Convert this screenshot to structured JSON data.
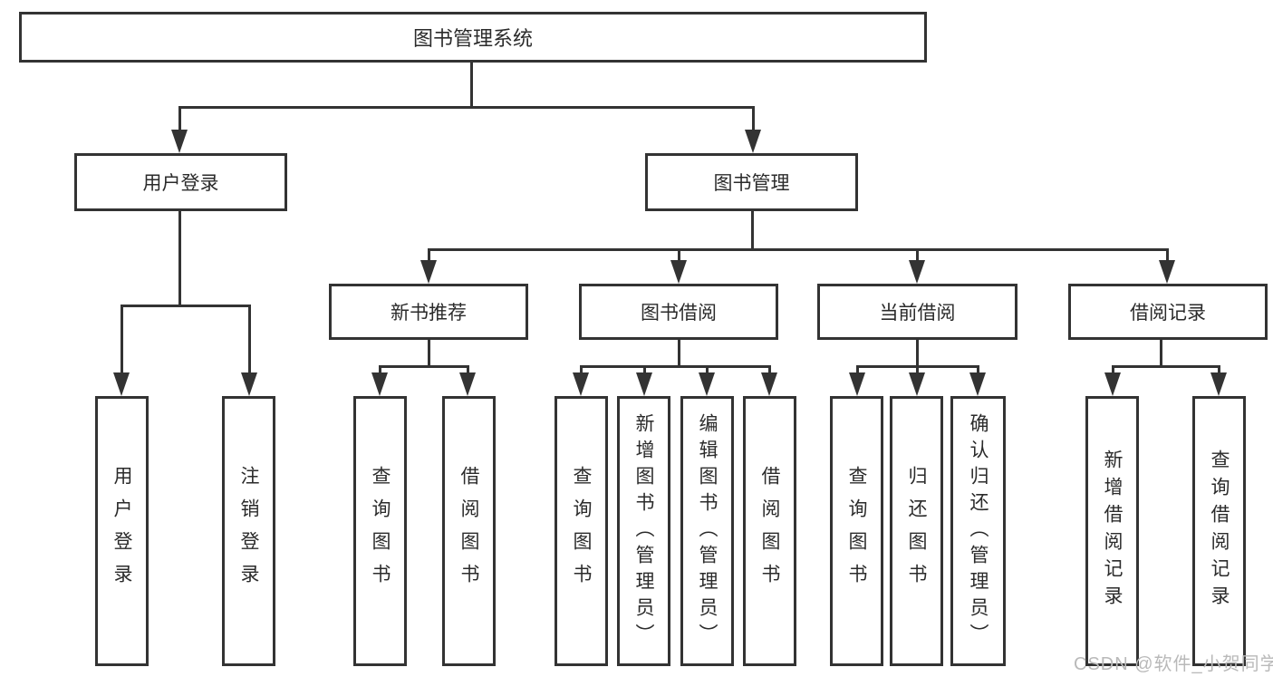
{
  "tree": {
    "root": {
      "label": "图书管理系统"
    },
    "branches": [
      {
        "label": "用户登录",
        "children": [
          {
            "label": "用户登录"
          },
          {
            "label": "注销登录"
          }
        ]
      },
      {
        "label": "图书管理",
        "children": [
          {
            "label": "新书推荐",
            "children": [
              {
                "label": "查询图书"
              },
              {
                "label": "借阅图书"
              }
            ]
          },
          {
            "label": "图书借阅",
            "children": [
              {
                "label": "查询图书"
              },
              {
                "label": "新增图书（管理员）"
              },
              {
                "label": "编辑图书（管理员）"
              },
              {
                "label": "借阅图书"
              }
            ]
          },
          {
            "label": "当前借阅",
            "children": [
              {
                "label": "查询图书"
              },
              {
                "label": "归还图书"
              },
              {
                "label": "确认归还（管理员）"
              }
            ]
          },
          {
            "label": "借阅记录",
            "children": [
              {
                "label": "新增借阅记录"
              },
              {
                "label": "查询借阅记录"
              }
            ]
          }
        ]
      }
    ]
  },
  "watermark": {
    "text": "CSDN @软件_小贺同学"
  },
  "colors": {
    "line": "#333333",
    "text": "#2b2b2b",
    "watermark": "#b9b9b9",
    "background": "#ffffff"
  }
}
